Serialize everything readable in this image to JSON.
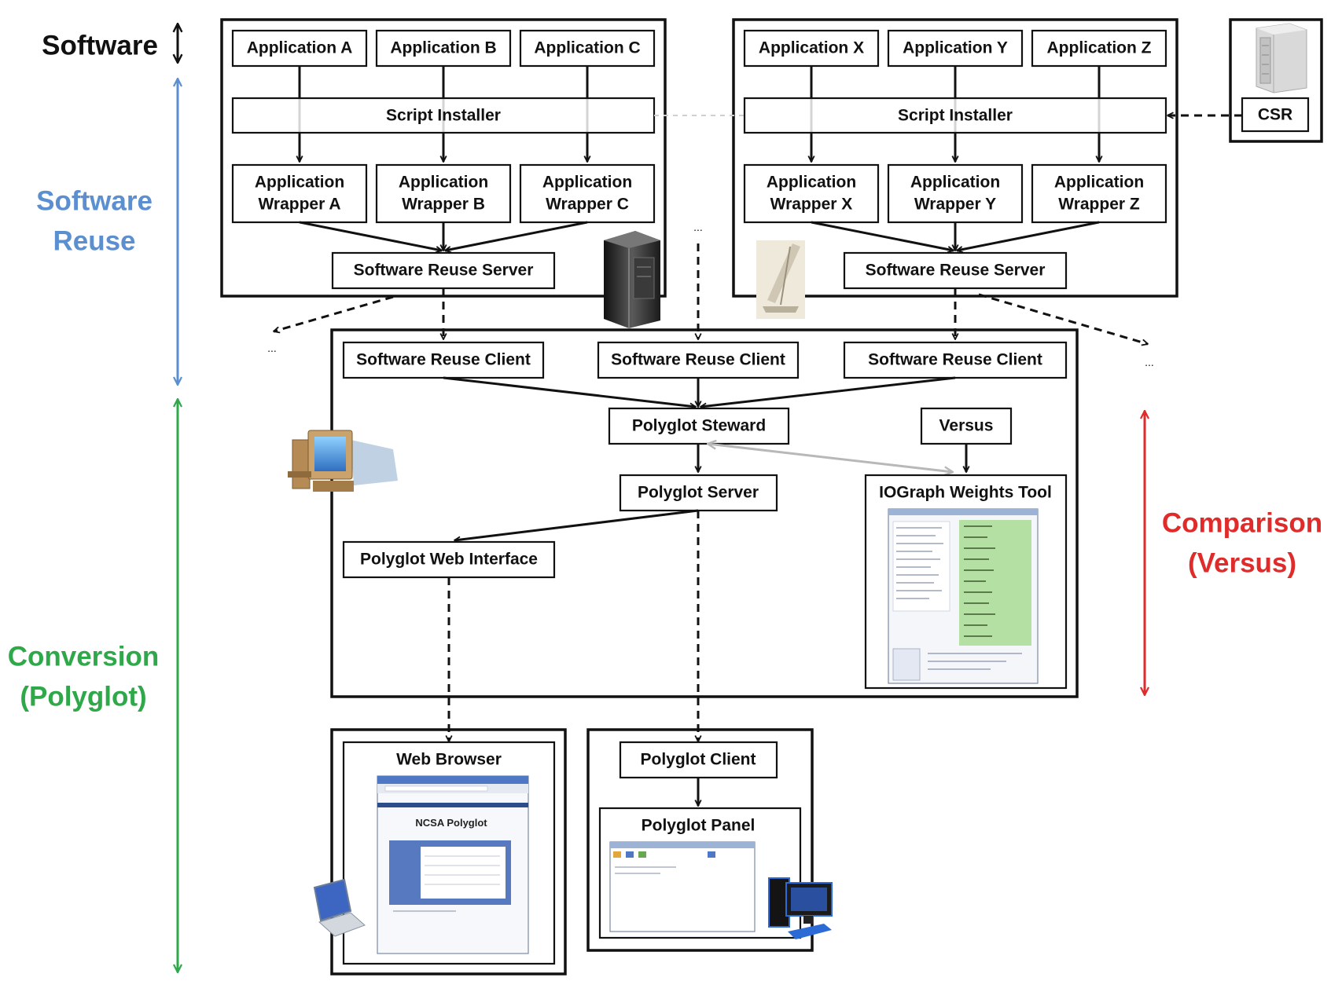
{
  "labels": {
    "software": "Software",
    "software_reuse_line1": "Software",
    "software_reuse_line2": "Reuse",
    "conversion_line1": "Conversion",
    "conversion_line2": "(Polyglot)",
    "comparison_line1": "Comparison",
    "comparison_line2": "(Versus)",
    "ellipsis": "..."
  },
  "colors": {
    "software_reuse": "#5b8fd0",
    "conversion": "#2fa84a",
    "comparison": "#e02b2b",
    "line": "#111111",
    "gray_arrow": "#b8b8b8"
  },
  "left_group": {
    "apps": [
      "Application A",
      "Application B",
      "Application C"
    ],
    "installer": "Script Installer",
    "wrappers": [
      [
        "Application",
        "Wrapper A"
      ],
      [
        "Application",
        "Wrapper B"
      ],
      [
        "Application",
        "Wrapper C"
      ]
    ],
    "server": "Software Reuse Server"
  },
  "right_group": {
    "apps": [
      "Application X",
      "Application Y",
      "Application Z"
    ],
    "installer": "Script Installer",
    "wrappers": [
      [
        "Application",
        "Wrapper X"
      ],
      [
        "Application",
        "Wrapper Y"
      ],
      [
        "Application",
        "Wrapper Z"
      ]
    ],
    "server": "Software Reuse Server"
  },
  "csr": "CSR",
  "clients": [
    "Software Reuse Client",
    "Software Reuse Client",
    "Software Reuse Client"
  ],
  "polyglot_steward": "Polyglot Steward",
  "versus": "Versus",
  "polyglot_server": "Polyglot Server",
  "iograph_tool": "IOGraph Weights Tool",
  "polyglot_web_interface": "Polyglot Web Interface",
  "web_browser": "Web Browser",
  "browser_logo": "NCSA Polyglot",
  "polyglot_client": "Polyglot Client",
  "polyglot_panel": "Polyglot Panel",
  "icons": [
    "server-tower-icon",
    "monitor-icon",
    "desktop-computer-icon",
    "laptop-icon",
    "workstation-icon",
    "csr-server-icon"
  ]
}
